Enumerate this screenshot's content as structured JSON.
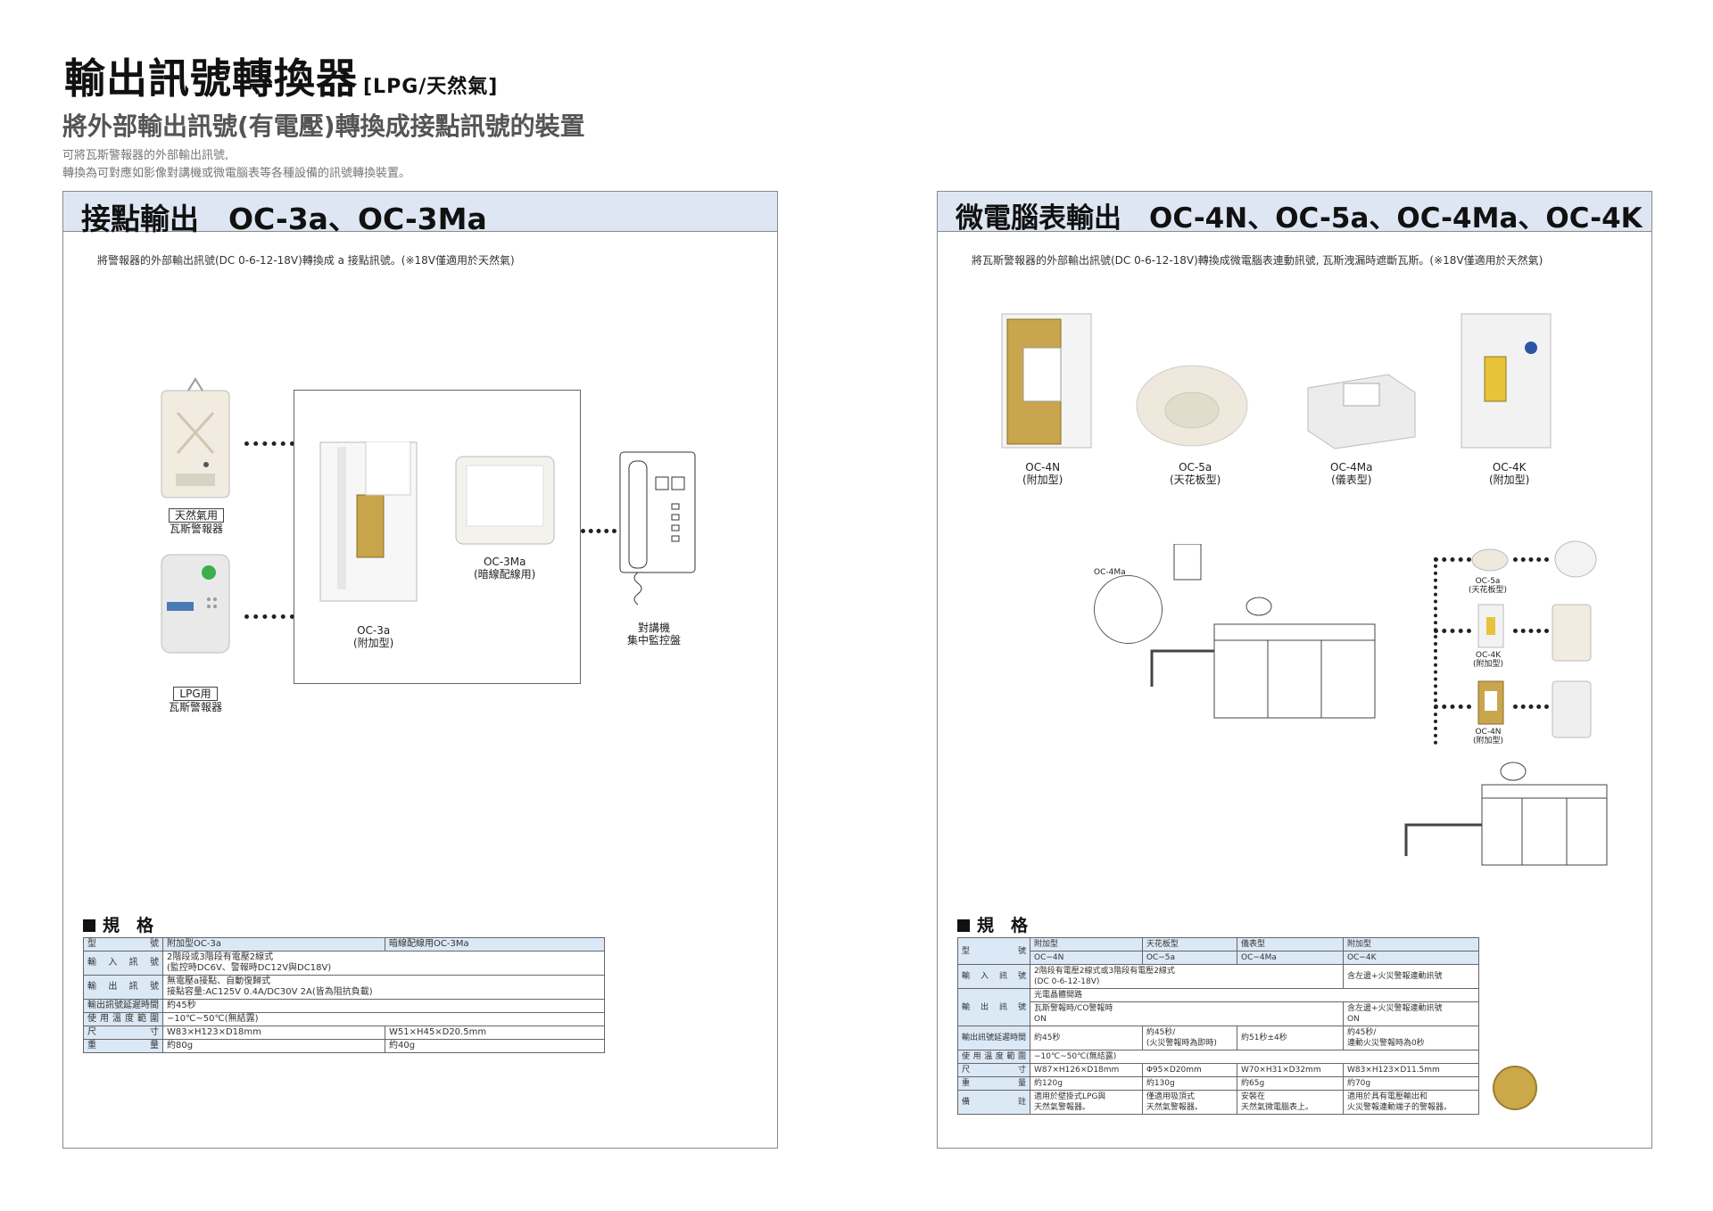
{
  "header": {
    "title": "輸出訊號轉換器",
    "title_tag": "[LPG/天然氣]",
    "subtitle": "將外部輸出訊號(有電壓)轉換成接點訊號的裝置",
    "intro_lines": [
      "可將瓦斯警報器的外部輸出訊號,",
      "轉換為可對應如影像對講機或微電腦表等各種設備的訊號轉換裝置。"
    ]
  },
  "left_panel": {
    "heading": "接點輸出　OC-3a、OC-3Ma",
    "description": "將警報器的外部輸出訊號(DC 0-6-12-18V)轉換成 a 接點訊號。(※18V僅適用於天然氣)",
    "captions": {
      "natural_gas_alarm_line1": "天然氣用",
      "natural_gas_alarm_line2": "瓦斯警報器",
      "lpg_alarm_line1": "LPG用",
      "lpg_alarm_line2": "瓦斯警報器",
      "oc3a_line1": "OC-3a",
      "oc3a_line2": "(附加型)",
      "oc3ma_line1": "OC-3Ma",
      "oc3ma_line2": "(暗線配線用)",
      "intercom_line1": "對講機",
      "intercom_line2": "集中監控盤"
    },
    "spec_title": "規　格",
    "spec_rows": [
      [
        "型　號",
        "附加型OC-3a",
        "暗線配線用OC-3Ma"
      ],
      [
        "輸入訊號",
        "2階段或3階段有電壓2線式\n(監控時DC6V、警報時DC12V與DC18V)",
        ""
      ],
      [
        "輸出訊號",
        "無電壓a接點、自動復歸式\n接點容量:AC125V 0.4A/DC30V 2A(皆為阻抗負載)",
        ""
      ],
      [
        "輸出訊號延遲時間",
        "約45秒",
        ""
      ],
      [
        "使用溫度範圍",
        "−10℃~50℃(無結露)",
        ""
      ],
      [
        "尺　寸",
        "W83×H123×D18mm",
        "W51×H45×D20.5mm"
      ],
      [
        "重　量",
        "約80g",
        "約40g"
      ]
    ]
  },
  "right_panel": {
    "heading": "微電腦表輸出　OC-4N、OC-5a、OC-4Ma、OC-4K",
    "description": "將瓦斯警報器的外部輸出訊號(DC 0-6-12-18V)轉換成微電腦表連動訊號, 瓦斯洩漏時遮斷瓦斯。(※18V僅適用於天然氣)",
    "products": [
      {
        "model": "OC-4N",
        "type": "(附加型)"
      },
      {
        "model": "OC-5a",
        "type": "(天花板型)"
      },
      {
        "model": "OC-4Ma",
        "type": "(儀表型)"
      },
      {
        "model": "OC-4K",
        "type": "(附加型)"
      }
    ],
    "diagram_labels": {
      "oc4ma": "OC-4Ma",
      "oc5a": "OC-5a",
      "oc5a_type": "(天花板型)",
      "oc4k": "OC-4K",
      "oc4k_type": "(附加型)",
      "oc4n": "OC-4N",
      "oc4n_type": "(附加型)"
    },
    "spec_title": "規　格",
    "spec_header_types": [
      "附加型",
      "天花板型",
      "儀表型",
      "附加型"
    ],
    "spec_header_models": [
      "OC−4N",
      "OC−5a",
      "OC−4Ma",
      "OC−4K"
    ],
    "spec_rows": {
      "input_label": "輸入訊號",
      "input_common": "2階段有電壓2線式或3階段有電壓2線式\n(DC 0-6-12-18V)",
      "input_k": "含左邊+火災警報連動訊號",
      "output_label": "輸出訊號",
      "output_common_1": "光電晶體開路",
      "output_common_2": "瓦斯警報時/CO警報時\nON",
      "output_k": "含左邊+火災警報連動訊號\nON",
      "delay_label": "輸出訊號延遲時間",
      "delay_values": [
        "約45秒",
        "約45秒/\n(火災警報時為即時)",
        "約51秒±4秒",
        "約45秒/\n連動火災警報時為0秒"
      ],
      "temp_label": "使用溫度範圍",
      "temp_value": "−10℃~50℃(無結露)",
      "size_label": "尺　寸",
      "size_values": [
        "W87×H126×D18mm",
        "Φ95×D20mm",
        "W70×H31×D32mm",
        "W83×H123×D11.5mm"
      ],
      "weight_label": "重　量",
      "weight_values": [
        "約120g",
        "約130g",
        "約65g",
        "約70g"
      ],
      "note_label": "備　註",
      "note_values": [
        "適用於壁掛式LPG與\n天然氣警報器。",
        "僅適用吸頂式\n天然氣警報器。",
        "安裝在\n天然氣微電腦表上。",
        "適用於具有電壓輸出和\n火災警報連動端子的警報器。"
      ]
    }
  },
  "colors": {
    "panel_header": "#dfe6f3",
    "table_label": "#dbe8f5",
    "logo_gold": "#cba84a"
  }
}
